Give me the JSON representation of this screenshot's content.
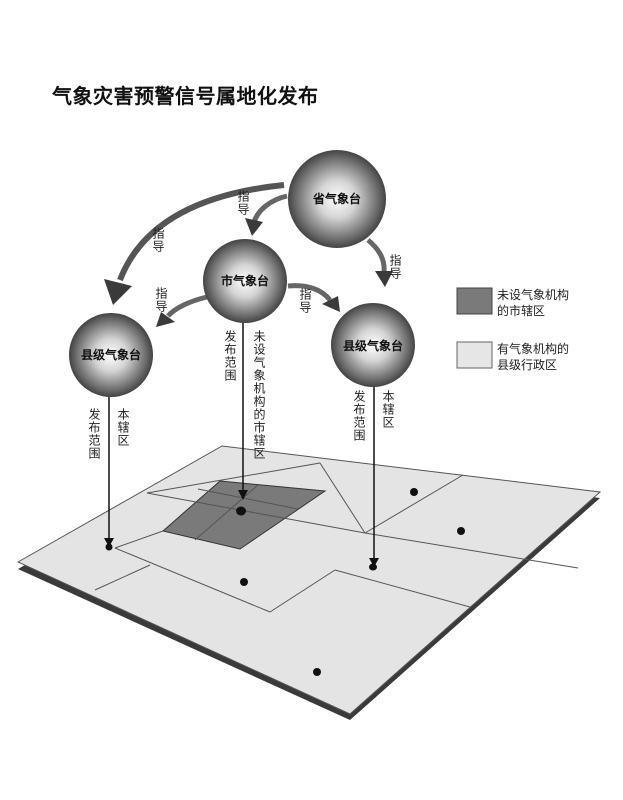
{
  "title": "气象灾害预警信号属地化发布",
  "nodes": {
    "province": "省气象台",
    "city": "市气象台",
    "county_left": "县级气象台",
    "county_right": "县级气象台"
  },
  "arrow_labels": {
    "province_to_city": "指导",
    "province_to_county_left": "指导",
    "province_to_county_right": "指导",
    "city_to_county_left": "指导",
    "city_to_county_right": "指导"
  },
  "scope_labels": {
    "left_county_scope": "发布范围",
    "left_county_area": "本辖区",
    "city_scope": "发布范围",
    "city_area": "未设气象机构的市辖区",
    "right_county_scope": "发布范围",
    "right_county_area": "本辖区"
  },
  "legend": [
    {
      "label_line1": "未设气象机构",
      "label_line2": "的市辖区",
      "color": "#7a7a7a"
    },
    {
      "label_line1": "有气象机构的",
      "label_line2": "县级行政区",
      "color": "#e6e6e6"
    }
  ]
}
